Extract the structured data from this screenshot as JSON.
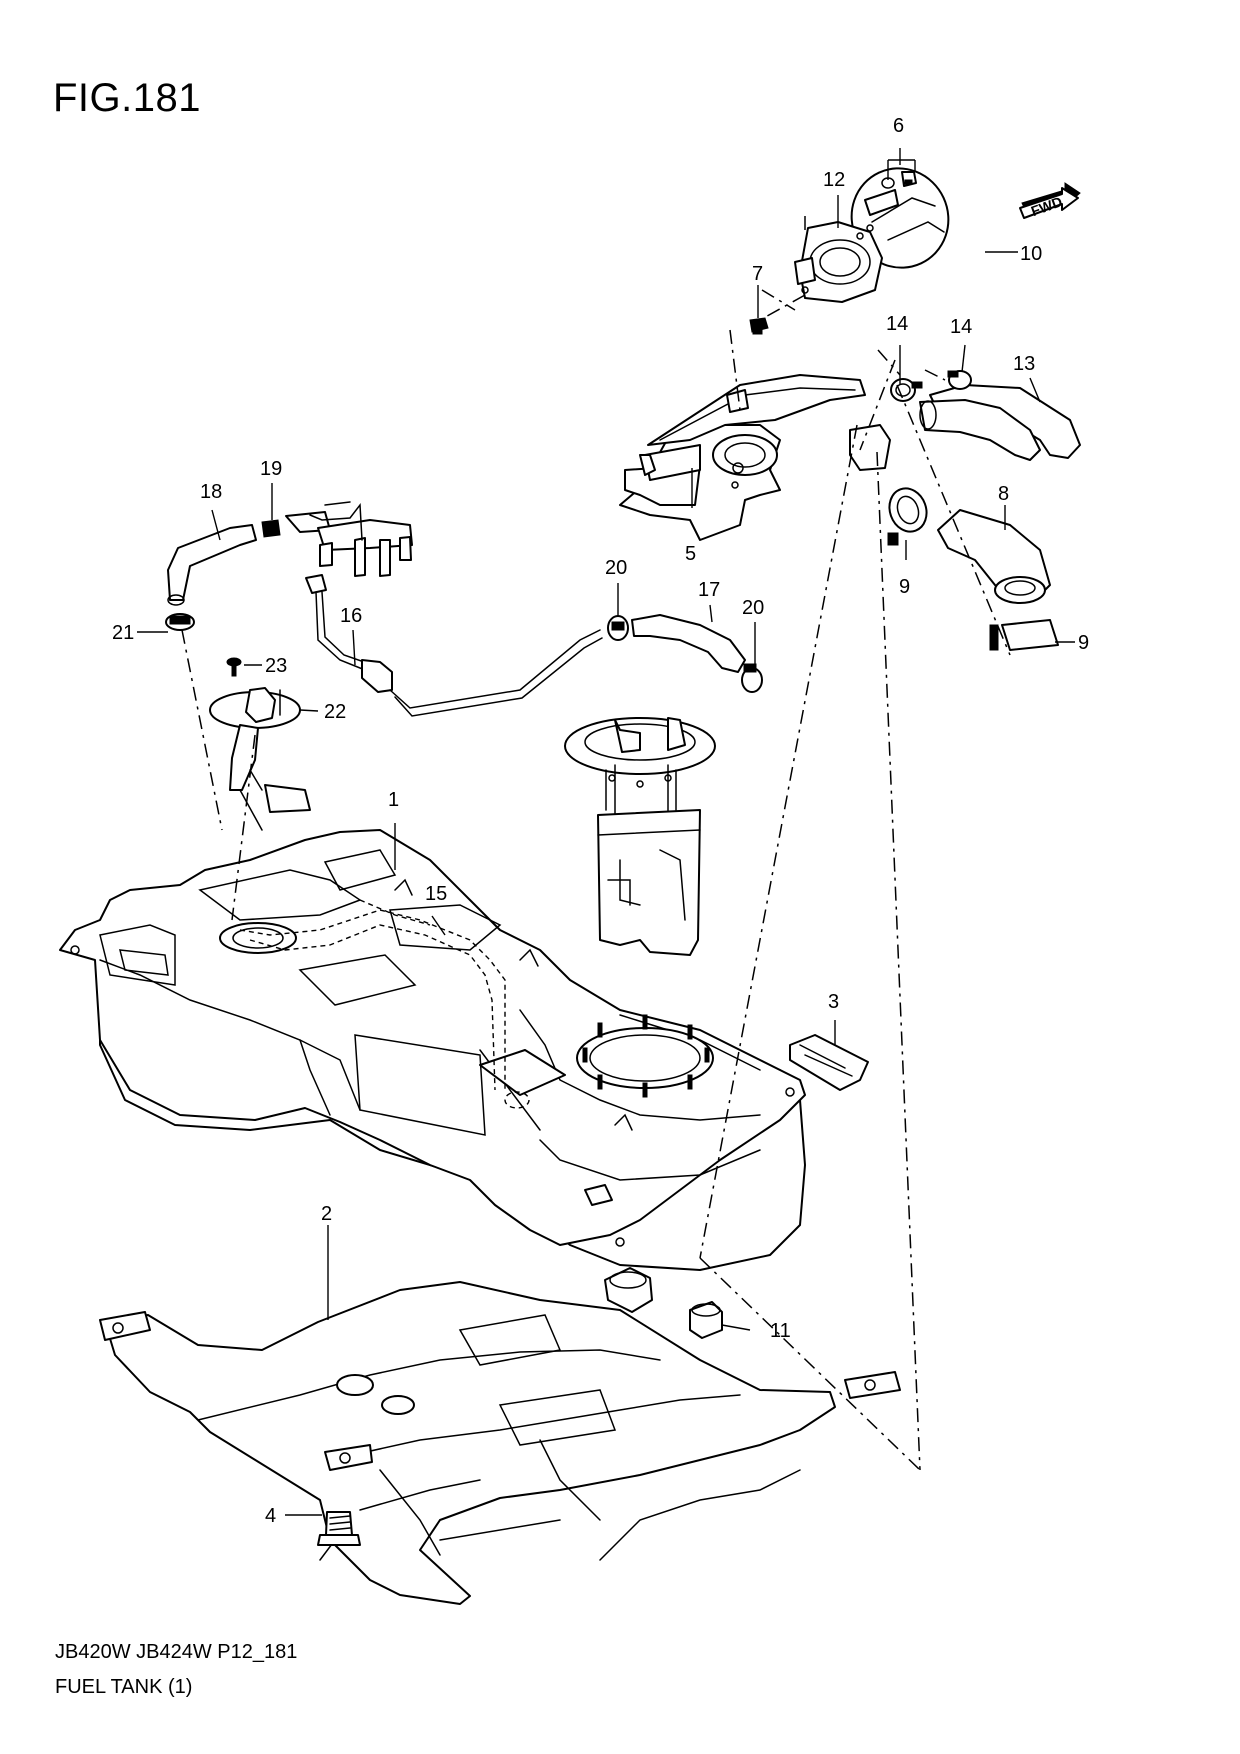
{
  "figure": {
    "title": "FIG.181",
    "caption_code": "JB420W JB424W P12_181",
    "caption_name": "FUEL TANK (1)"
  },
  "direction_badge": "FWD",
  "callouts": {
    "c1": "1",
    "c2": "2",
    "c3": "3",
    "c4": "4",
    "c5": "5",
    "c6": "6",
    "c7": "7",
    "c8": "8",
    "c9a": "9",
    "c9b": "9",
    "c10": "10",
    "c11": "11",
    "c12": "12",
    "c13": "13",
    "c14a": "14",
    "c14b": "14",
    "c15": "15",
    "c16": "16",
    "c17": "17",
    "c18": "18",
    "c19": "19",
    "c20a": "20",
    "c20b": "20",
    "c21": "21",
    "c22": "22",
    "c23": "23"
  }
}
